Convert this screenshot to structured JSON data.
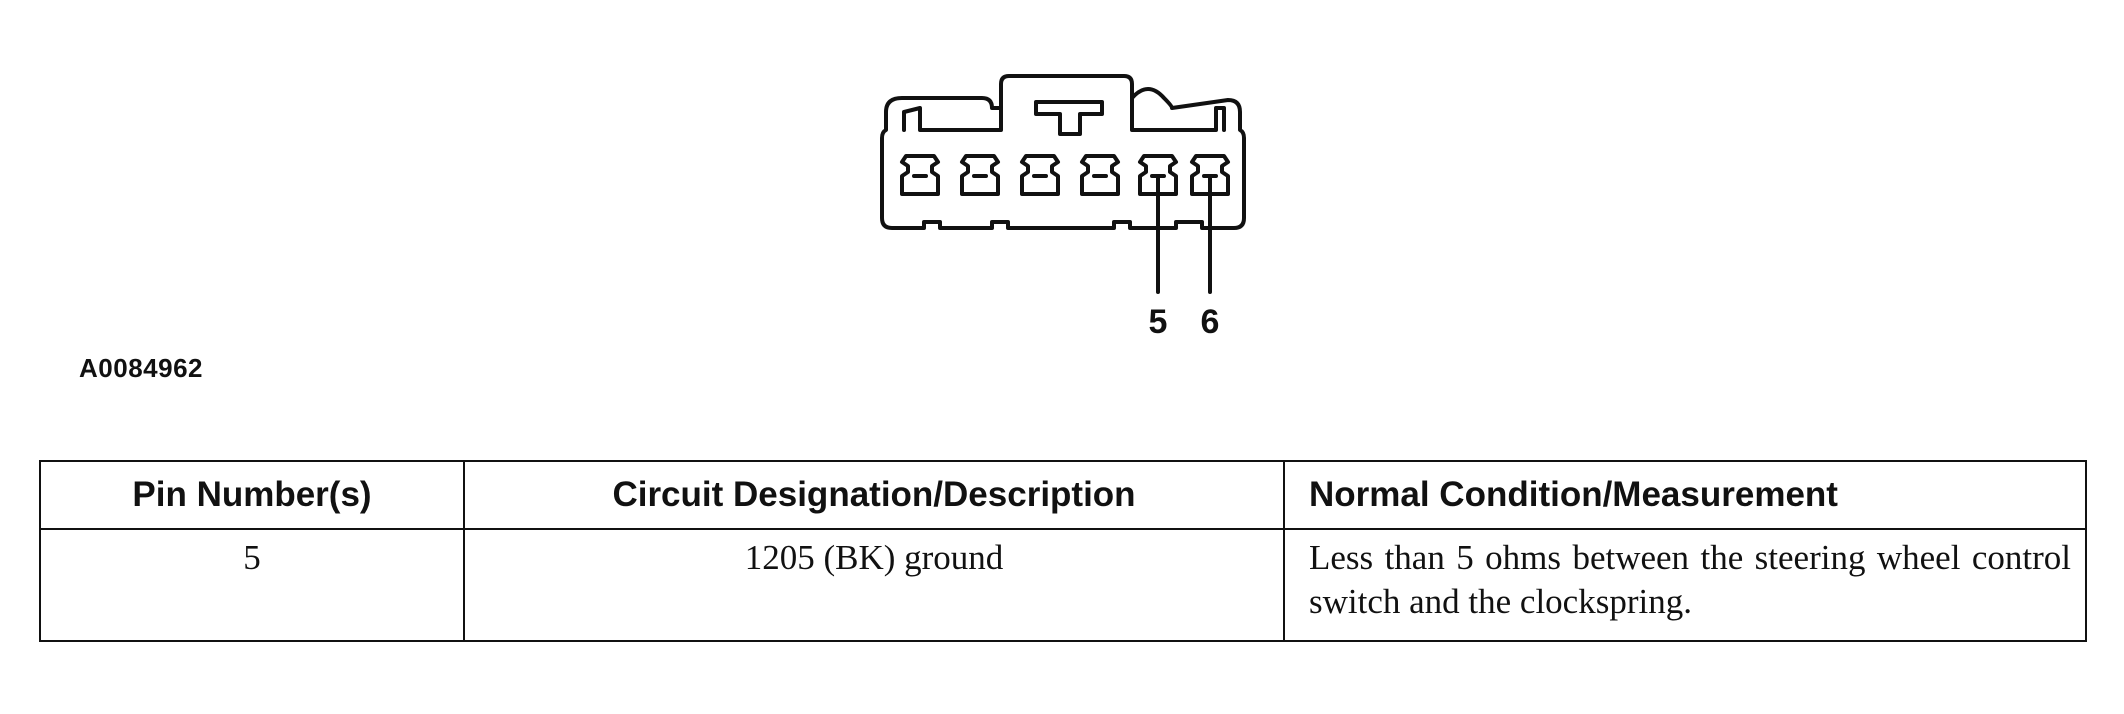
{
  "figure": {
    "pin_labels": [
      "5",
      "6"
    ],
    "figure_id": "A0084962"
  },
  "table": {
    "headers": {
      "pin": "Pin Number(s)",
      "circuit": "Circuit Designation/Description",
      "condition": "Normal Condition/Measurement"
    },
    "rows": [
      {
        "pin": "5",
        "circuit": "1205 (BK) ground",
        "condition": "Less than 5 ohms between the steering wheel control switch and the clockspring."
      }
    ]
  }
}
